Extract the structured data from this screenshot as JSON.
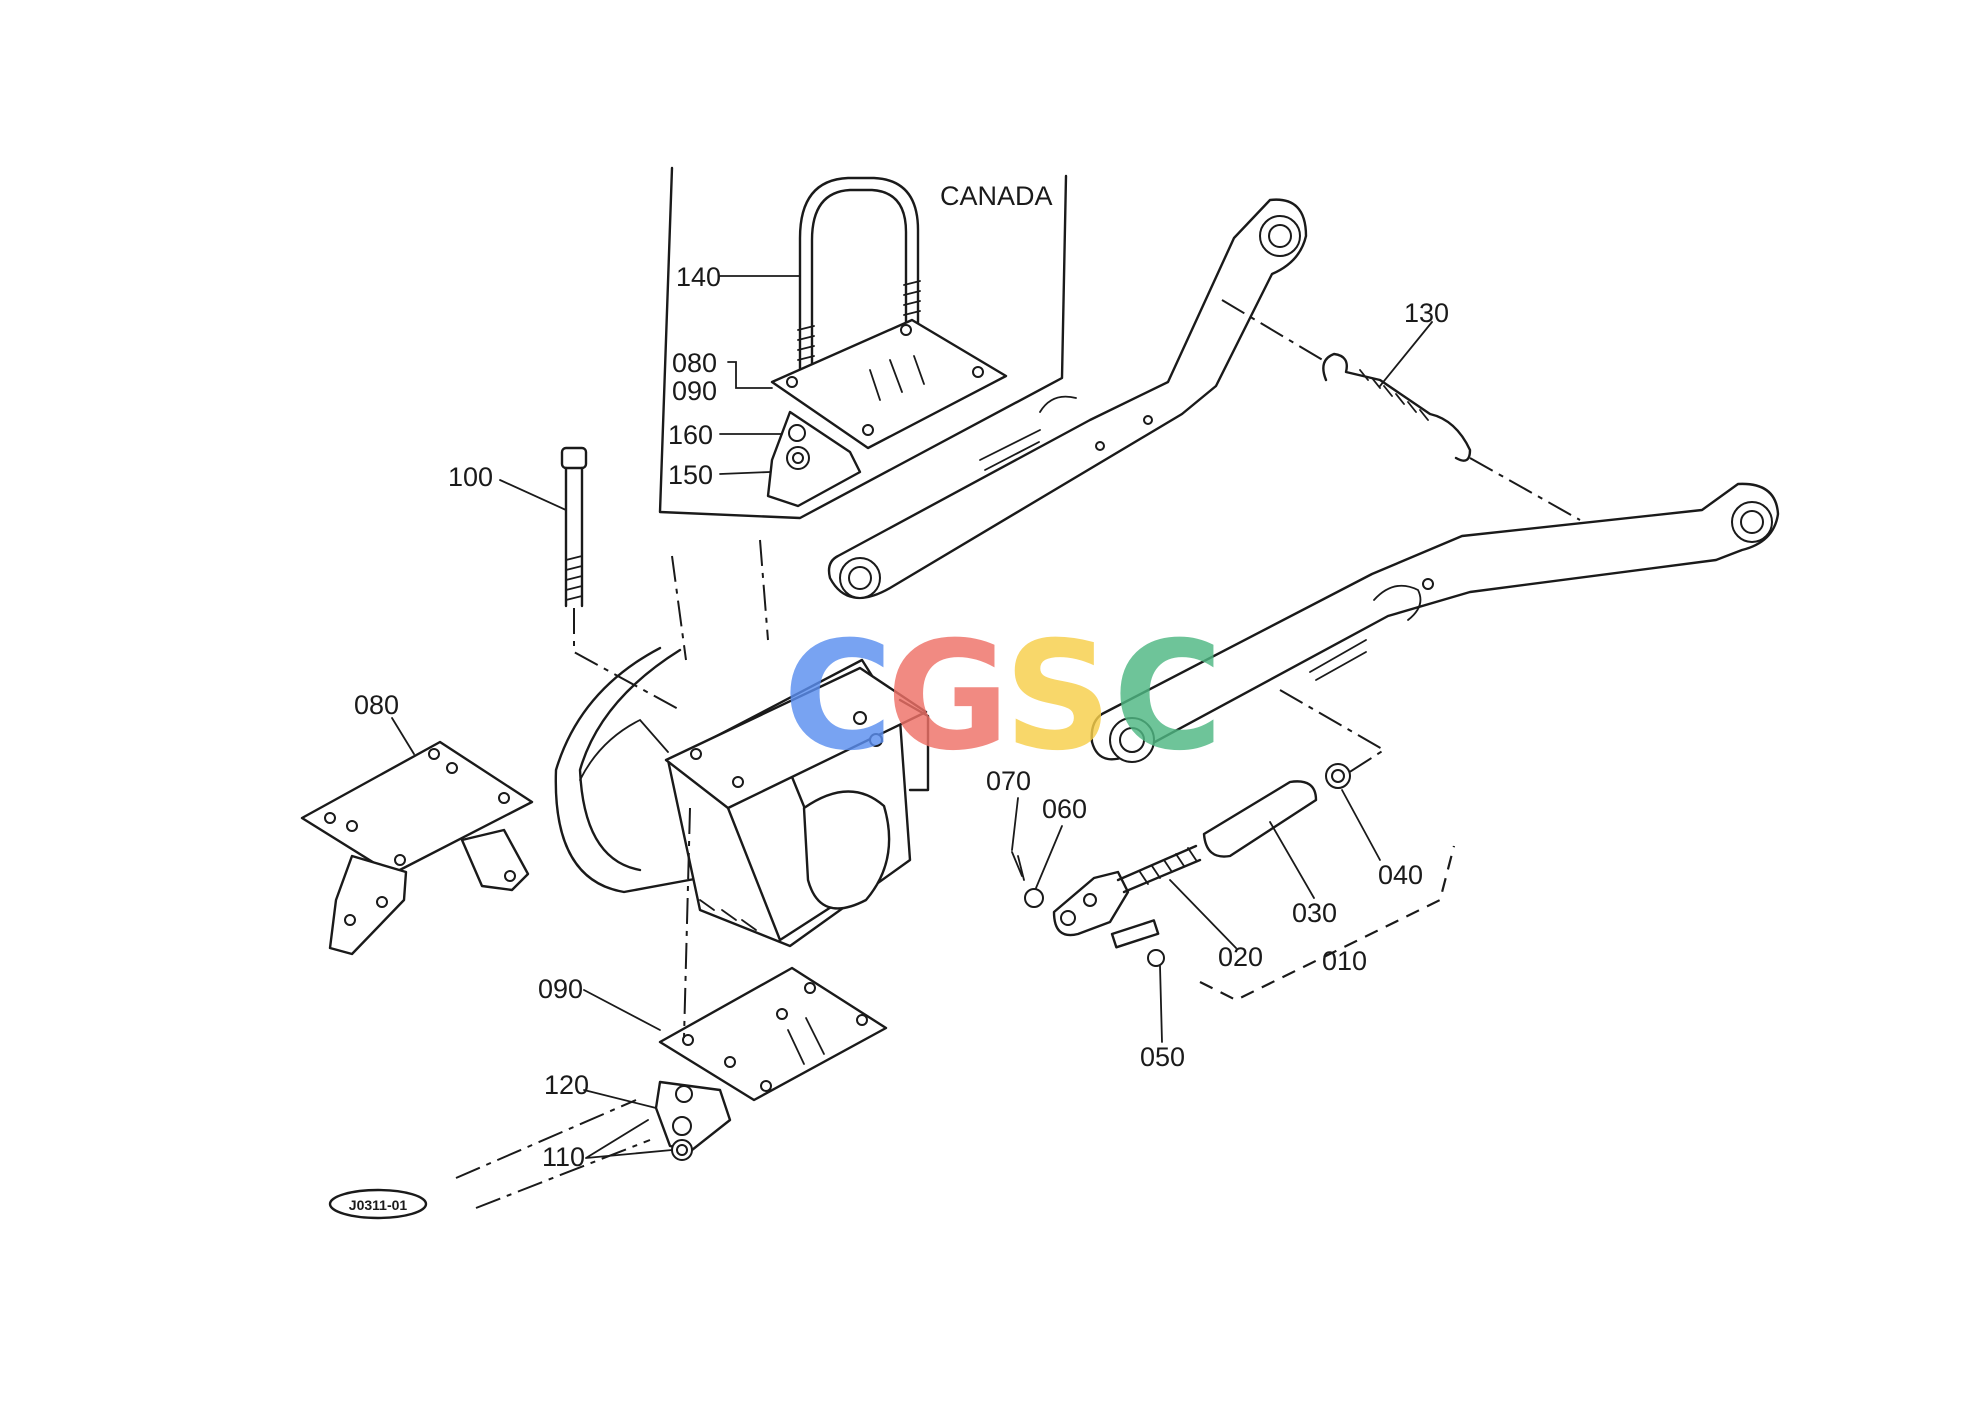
{
  "region_label": "CANADA",
  "diagram_code": "J0311-01",
  "watermark": {
    "letters": [
      "C",
      "G",
      "S",
      "C"
    ],
    "colors": [
      "#5b8ff0",
      "#ef7167",
      "#f7cf4a",
      "#4fb883"
    ]
  },
  "callouts": {
    "p010": "010",
    "p020": "020",
    "p030": "030",
    "p040": "040",
    "p050": "050",
    "p060": "060",
    "p070": "070",
    "p080_main": "080",
    "p080_canada": "080",
    "p090_main": "090",
    "p090_canada": "090",
    "p100": "100",
    "p110": "110",
    "p120": "120",
    "p130": "130",
    "p140": "140",
    "p150": "150",
    "p160": "160"
  }
}
